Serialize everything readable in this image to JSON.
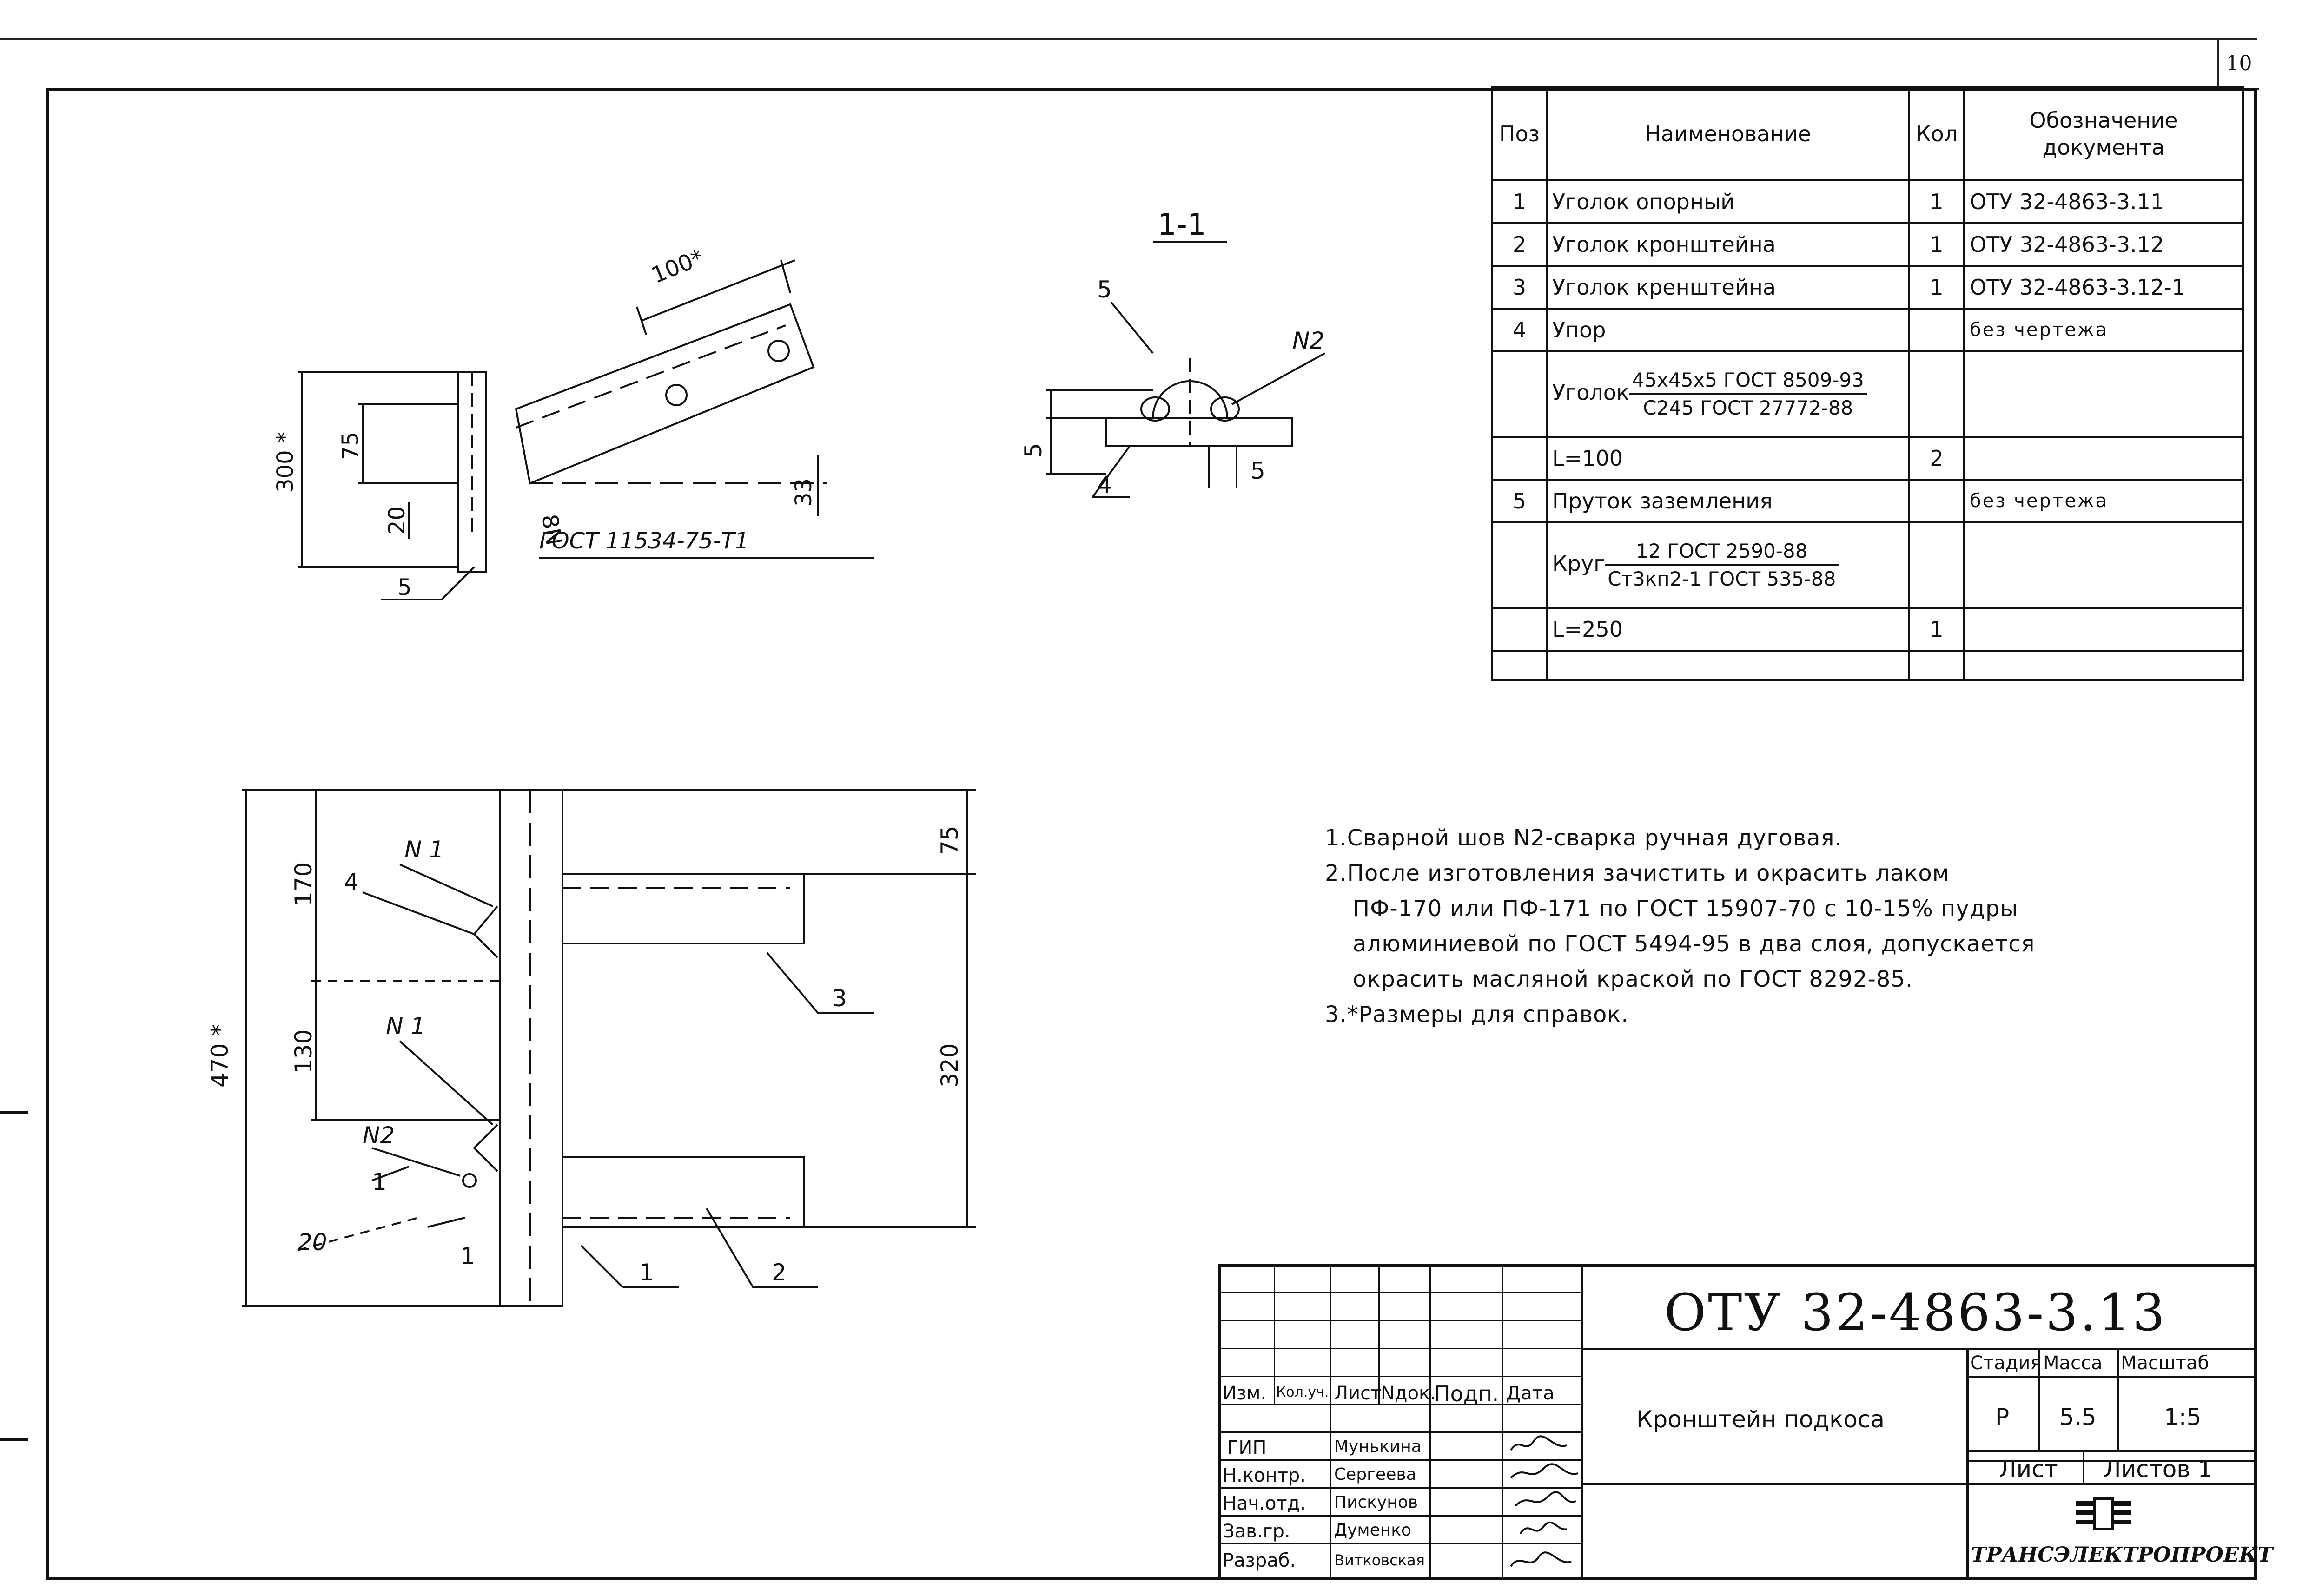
{
  "sheet": {
    "page_number": "10"
  },
  "spec_table": {
    "headers": {
      "pos": "Поз",
      "name": "Наименование",
      "qty": "Кол",
      "doc": "Обозначение документа"
    },
    "rows": [
      {
        "pos": "1",
        "name": "Уголок опорный",
        "qty": "1",
        "doc": "ОТУ 32-4863-3.11"
      },
      {
        "pos": "2",
        "name": "Уголок кронштейна",
        "qty": "1",
        "doc": "ОТУ 32-4863-3.12"
      },
      {
        "pos": "3",
        "name": "Уголок кренштейна",
        "qty": "1",
        "doc": "ОТУ 32-4863-3.12-1"
      },
      {
        "pos": "4",
        "name": "Упор",
        "qty": "",
        "doc": "без чертежа"
      },
      {
        "pos": "",
        "name_prefix": "Уголок",
        "name_num": "45х45х5 ГОСТ 8509-93",
        "name_den": "С245 ГОСТ 27772-88",
        "qty": "",
        "doc": ""
      },
      {
        "pos": "",
        "name": "L=100",
        "qty": "2",
        "doc": ""
      },
      {
        "pos": "5",
        "name": "Пруток заземления",
        "qty": "",
        "doc": "без чертежа"
      },
      {
        "pos": "",
        "name_prefix": "Круг",
        "name_num": "12 ГОСТ 2590-88",
        "name_den": "Ст3кп2-1 ГОСТ 535-88",
        "qty": "",
        "doc": ""
      },
      {
        "pos": "",
        "name": "L=250",
        "qty": "1",
        "doc": ""
      },
      {
        "pos": "",
        "name": "",
        "qty": "",
        "doc": ""
      }
    ]
  },
  "notes": [
    "1.Сварной шов N2-сварка ручная дуговая.",
    "2.После изготовления зачистить и окрасить лаком",
    "ПФ-170 или ПФ-171 по ГОСТ 15907-70 с 10-15% пудры",
    "алюминиевой по ГОСТ 5494-95 в два слоя, допускается",
    "окрасить масляной краской по ГОСТ 8292-85.",
    "3.*Размеры для справок."
  ],
  "title_block": {
    "document_code": "ОТУ 32-4863-3.13",
    "title": "Кронштейн подкоса",
    "stage_label": "Стадия",
    "mass_label": "Масса",
    "scale_label": "Масштаб",
    "stage": "Р",
    "mass": "5.5",
    "scale": "1:5",
    "sheet_label": "Лист",
    "sheets_label": "Листов 1",
    "org": "ТРАНСЭЛЕКТРОПРОЕКТ",
    "change_headers": [
      "Изм.",
      "Кол.уч.",
      "Лист",
      "Nдок.",
      "Подп.",
      "Дата"
    ],
    "staff": [
      {
        "role": "ГИП",
        "name": "Мунькина"
      },
      {
        "role": "Н.контр.",
        "name": "Сергеева"
      },
      {
        "role": "Нач.отд.",
        "name": "Пискунов"
      },
      {
        "role": "Зав.гр.",
        "name": "Думенко"
      },
      {
        "role": "Разраб.",
        "name": "Витковская"
      }
    ]
  },
  "drawing_labels": {
    "section": "1-1",
    "dim_100": "100*",
    "dim_300": "300 *",
    "dim_75": "75",
    "dim_20": "20",
    "dim_33": "33",
    "weld_note": "ГОСТ 11534-75-Т1",
    "weld_leg": "8N",
    "sec_5a": "5",
    "sec_n2": "N2",
    "sec_5b": "5",
    "sec_5c": "5",
    "sec_4": "4",
    "pos5": "5",
    "dim_170": "170",
    "dim_130": "130",
    "dim_470": "470 *",
    "dim_75b": "75",
    "dim_320": "320",
    "n1_a": "N 1",
    "n1_b": "N 1",
    "n2": "N2",
    "pos4": "4",
    "pos3": "3",
    "pos1": "1",
    "pos2": "2",
    "dim_20b": "20",
    "sec_mark_a": "1",
    "sec_mark_b": "1"
  }
}
